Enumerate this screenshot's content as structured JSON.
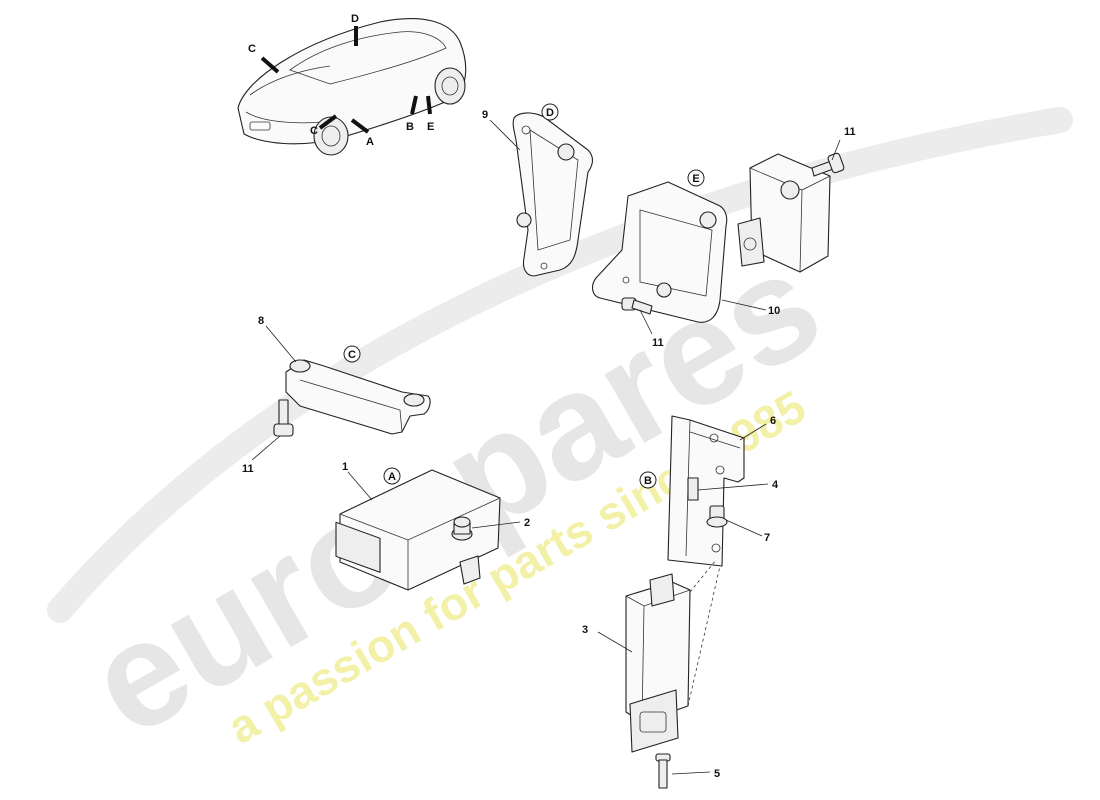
{
  "watermark": {
    "brand": "eurospares",
    "tagline": "a passion for parts since 1985",
    "brand_color": "#e6e6e6",
    "tagline_color": "#f3f0a8"
  },
  "location_view": {
    "callouts": [
      "C",
      "D",
      "C",
      "A",
      "B",
      "E"
    ]
  },
  "detail_circles": [
    "D",
    "E",
    "C",
    "A",
    "B"
  ],
  "part_labels": [
    "9",
    "11",
    "10",
    "11",
    "8",
    "11",
    "1",
    "2",
    "6",
    "4",
    "7",
    "3",
    "5"
  ]
}
